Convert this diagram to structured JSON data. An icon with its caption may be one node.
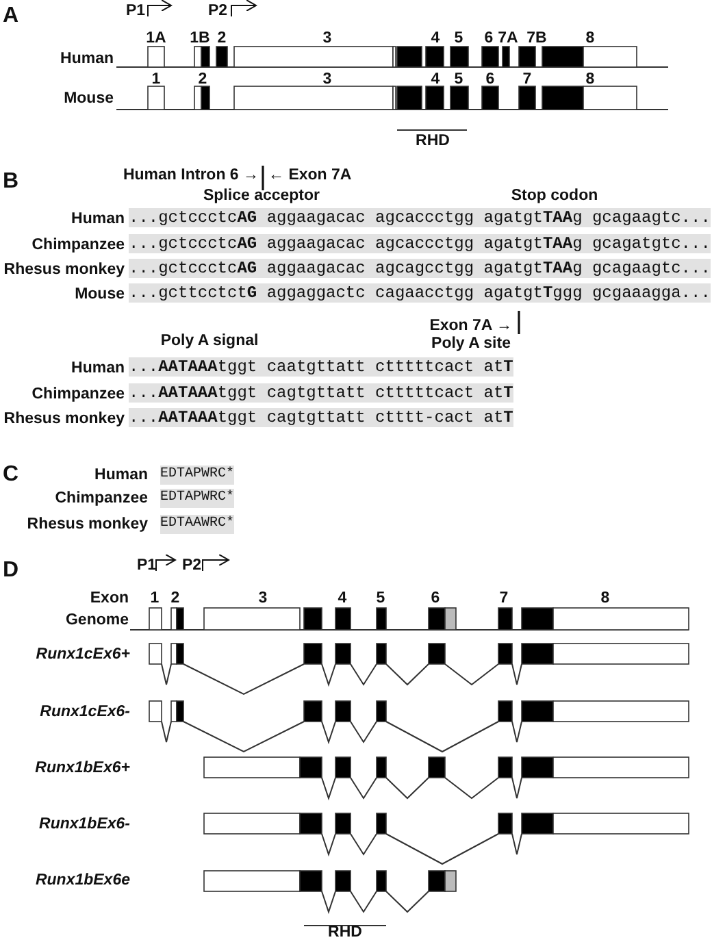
{
  "diagram": {
    "labels": [
      "A",
      "P1",
      "P2",
      "1A",
      "1B",
      "2",
      "3",
      "4",
      "5",
      "6",
      "7A",
      "7B",
      "8",
      "Human",
      "1",
      "2",
      "3",
      "4",
      "5",
      "6",
      "7",
      "8",
      "Mouse",
      "RHD",
      "B",
      "Human Intron 6 →",
      "← Exon 7A",
      "Splice acceptor",
      "Stop codon",
      "Human",
      "...gctccctc**AG** aggaagacac agcaccctgg agatgt**TAA**g gcagaagtc...",
      "Chimpanzee",
      "...gctccctc**AG** aggaagacac agcaccctgg agatgt**TAA**g gcagatgtc...",
      "Rhesus monkey",
      "...gctccctc**AG** aggaagacac agcagcctgg agatgt**TAA**g gcagaagtc...",
      "Mouse",
      "...gcttcctct**G** aggaggactc cagaacctgg agatgt**T**ggg gcgaaagga...",
      "Exon 7A →",
      "Poly A signal",
      "Poly A site",
      "Human",
      "...**AATAAA**tggt caatgttatt ctttttcact at**T**",
      "Chimpanzee",
      "...**AATAAA**tggt cagtgttatt ctttttcact at**T**",
      "Rhesus monkey",
      "...**AATAAA**tggt cagtgttatt ctttt-cact at**T**",
      "C",
      "Human",
      "EDTAPWRC*",
      "Chimpanzee",
      "EDTAPWRC*",
      "Rhesus monkey",
      "EDTAAWRC*",
      "D",
      "P1",
      "P2",
      "Exon",
      "1",
      "2",
      "3",
      "4",
      "5",
      "6",
      "7",
      "8",
      "Genome",
      "Runx1cEx6+",
      "Runx1cEx6-",
      "Runx1bEx6+",
      "Runx1bEx6-",
      "Runx1bEx6e",
      "RHD"
    ]
  }
}
